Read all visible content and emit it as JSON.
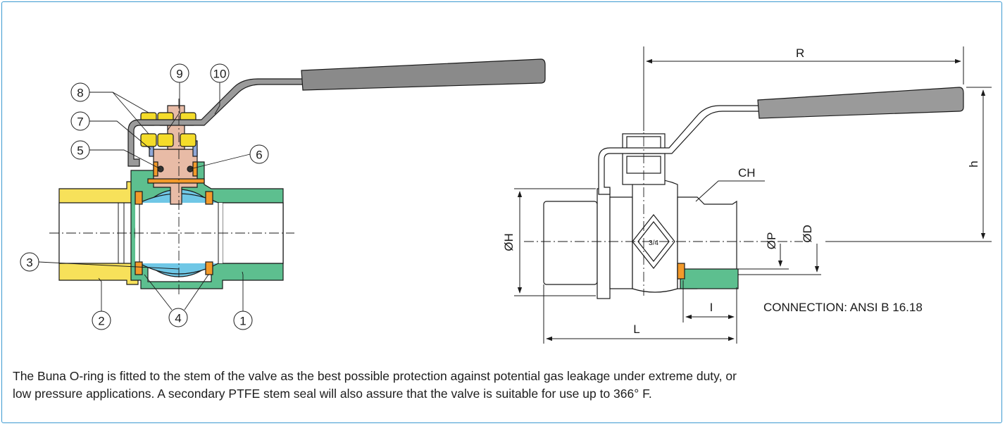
{
  "callouts": [
    "1",
    "2",
    "3",
    "4",
    "4",
    "5",
    "6",
    "7",
    "8",
    "9",
    "10"
  ],
  "dimensions": {
    "R": "R",
    "h": "h",
    "CH": "CH",
    "OH": "ØH",
    "OP": "ØP",
    "OD": "ØD",
    "I": "I",
    "L": "L",
    "size_marking": "3/4"
  },
  "connection_note": "CONNECTION: ANSI B 16.18",
  "description": {
    "line1": "The Buna O-ring is fitted to the stem of the valve as the best possible protection against potential gas leakage under extreme duty, or",
    "line2": "low pressure applications. A secondary PTFE stem seal will also assure that the valve is suitable for use up to 366° F."
  },
  "colors": {
    "frame": "#3d9ad1",
    "body_green": "#5dbf8f",
    "end_yellow": "#f7e15a",
    "ball_blue": "#6fc7e6",
    "stem_pink": "#e8bba6",
    "seat_orange": "#f39a2a",
    "nut_yellow": "#f4dc2a",
    "handle_grey": "#9a9a9a"
  }
}
